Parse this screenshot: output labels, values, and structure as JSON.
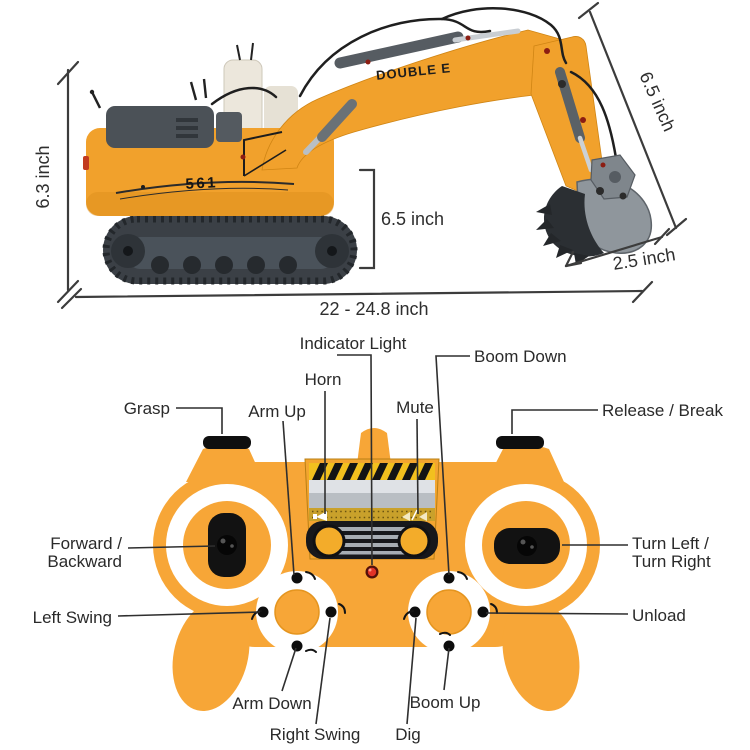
{
  "excavator": {
    "brand": "DOUBLE E",
    "model": "561",
    "dimensions": {
      "overall_height": "6.3 inch",
      "overall_length": "22 - 24.8 inch",
      "arm_length": "6.5 inch",
      "cab_height": "6.5 inch",
      "bucket_width": "2.5 inch"
    }
  },
  "controller": {
    "labels": {
      "indicator_light": "Indicator Light",
      "horn": "Horn",
      "mute": "Mute",
      "boom_down": "Boom Down",
      "grasp": "Grasp",
      "arm_up": "Arm Up",
      "release_break": "Release / Break",
      "forward_backward_line1": "Forward /",
      "forward_backward_line2": "Backward",
      "turn_line1": "Turn Left /",
      "turn_line2": "Turn Right",
      "left_swing": "Left Swing",
      "unload": "Unload",
      "arm_down": "Arm Down",
      "right_swing": "Right Swing",
      "dig": "Dig",
      "boom_up": "Boom Up"
    },
    "icons": {
      "horn": "horn-glyph",
      "mute": "muted-speaker-glyph",
      "dpad_buttons": "mini-excavator-glyph"
    }
  },
  "palette": {
    "excavator_orange": "#F1A12C",
    "controller_orange": "#F7A637",
    "track_gray": "#3B4046",
    "bucket_dark": "#2B2F33",
    "bucket_light": "#8F969C",
    "ring_white": "#FFFFFF",
    "led_red": "#E23327",
    "annotation_line": "#2F2F2F",
    "hazard_yellow": "#F2C01E"
  }
}
